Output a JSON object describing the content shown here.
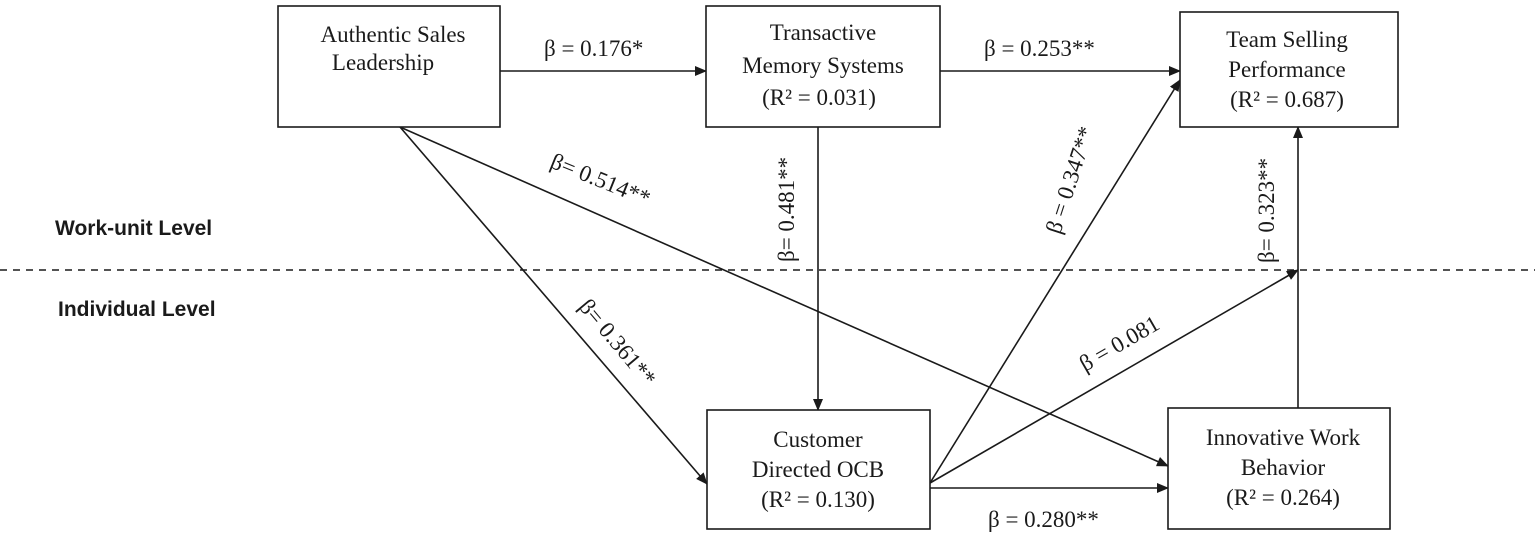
{
  "levels": {
    "upper": "Work-unit Level",
    "lower": "Individual Level"
  },
  "boxes": {
    "asl": {
      "line1": "Authentic Sales",
      "line2": "Leadership",
      "line3": ""
    },
    "tms": {
      "line1": "Transactive",
      "line2": "Memory Systems",
      "line3": "(R² = 0.031)"
    },
    "tsp": {
      "line1": "Team Selling",
      "line2": "Performance",
      "line3": "(R² = 0.687)"
    },
    "cdo": {
      "line1": "Customer",
      "line2": "Directed OCB",
      "line3": "(R² = 0.130)"
    },
    "iwb": {
      "line1": "Innovative Work",
      "line2": "Behavior",
      "line3": "(R² = 0.264)"
    }
  },
  "paths": {
    "asl_tms": "β = 0.176*",
    "tms_tsp": "β = 0.253**",
    "asl_iwb": "β= 0.514**",
    "tms_cdo": "β= 0.481**",
    "cdo_tsp": "β = 0.347**",
    "iwb_tsp": "β= 0.323**",
    "asl_cdo": "β= 0.361**",
    "cdo_cross": "β = 0.081",
    "cdo_iwb": "β = 0.280**"
  }
}
